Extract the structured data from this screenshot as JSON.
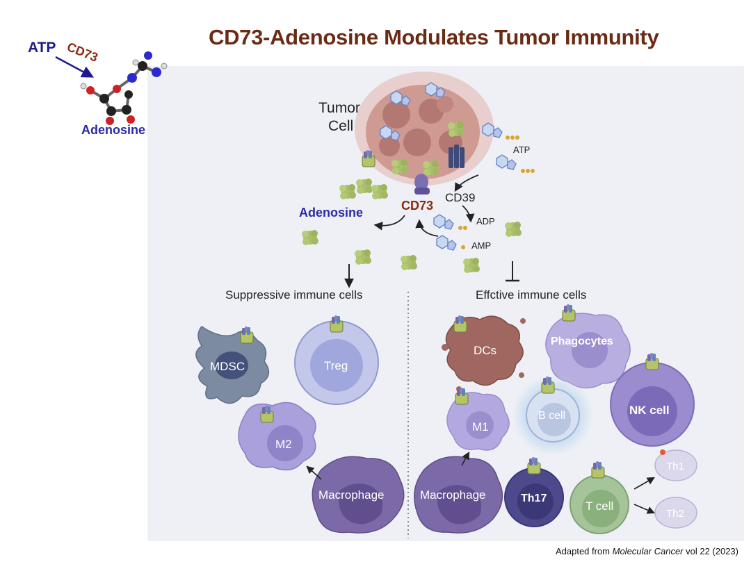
{
  "title": "CD73-Adenosine Modulates Tumor Immunity",
  "reaction": {
    "substrate": "ATP",
    "enzyme": "CD73",
    "product": "Adenosine"
  },
  "tumor": {
    "label_line1": "Tumor",
    "label_line2": "Cell",
    "atp": "ATP",
    "cd39": "CD39",
    "adp": "ADP",
    "amp": "AMP",
    "cd73": "CD73",
    "adenosine": "Adenosine"
  },
  "suppressive": {
    "heading": "Suppressive immune cells",
    "cells": [
      "MDSC",
      "Treg",
      "M2",
      "Macrophage"
    ]
  },
  "effective": {
    "heading": "Effctive immune cells",
    "cells": [
      "DCs",
      "Phagocytes",
      "NK cell",
      "M1",
      "B cell",
      "Th1",
      "Th2",
      "Macrophage",
      "Th17",
      "T cell"
    ]
  },
  "credit": {
    "prefix": "Adapted from ",
    "journal": "Molecular Cancer",
    "suffix": " vol 22 (2023)"
  },
  "colors": {
    "title": "#6b2a14",
    "atp_text": "#1d1a8c",
    "cd73_text": "#8b2a10",
    "adenosine_text": "#2a2aa8",
    "panel": "#eef0f6",
    "cell_purple": "#a79ad6",
    "tumor": "#c98a82",
    "adenosine_particle": "#a9bf6a"
  }
}
